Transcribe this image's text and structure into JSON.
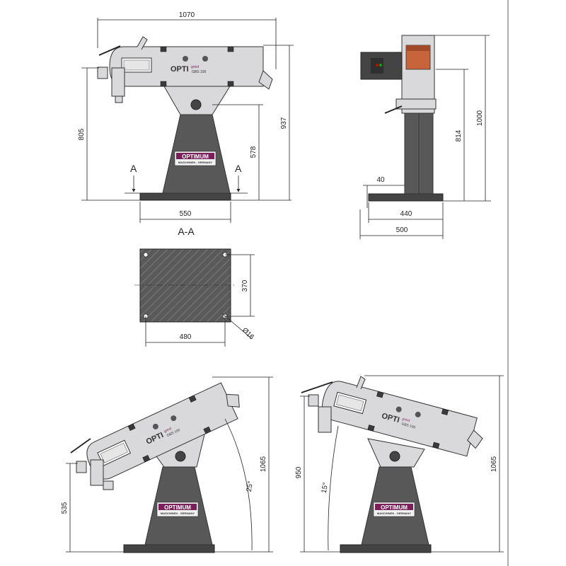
{
  "drawing": {
    "front_view": {
      "width_total": "1070",
      "height_overall": "937",
      "height_belt": "805",
      "height_table": "578",
      "base_width": "550",
      "section_marker_left": "A",
      "section_marker_right": "A"
    },
    "side_view": {
      "height_overall": "1000",
      "height_axis": "814",
      "foot_height": "40",
      "base_inner": "440",
      "base_outer": "500"
    },
    "section_view": {
      "title": "A-A",
      "depth": "370",
      "width": "480",
      "hole_diameter": "Ø16"
    },
    "tilted_left": {
      "height_overall": "1065",
      "height_low": "535",
      "angle": "25°"
    },
    "tilted_right": {
      "height_overall": "1065",
      "height_low": "950",
      "angle": "15°"
    },
    "branding": {
      "opti": "OPTI",
      "grind": "grind",
      "model": "GBS 100",
      "plate_title": "OPTIMUM",
      "plate_subtitle": "MASCHINEN - GERMANY"
    },
    "colors": {
      "housing": "#d9d9dc",
      "column": "#585858",
      "base": "#444444",
      "belt": "#c8643c",
      "brand_accent": "#7a1f5a"
    }
  }
}
